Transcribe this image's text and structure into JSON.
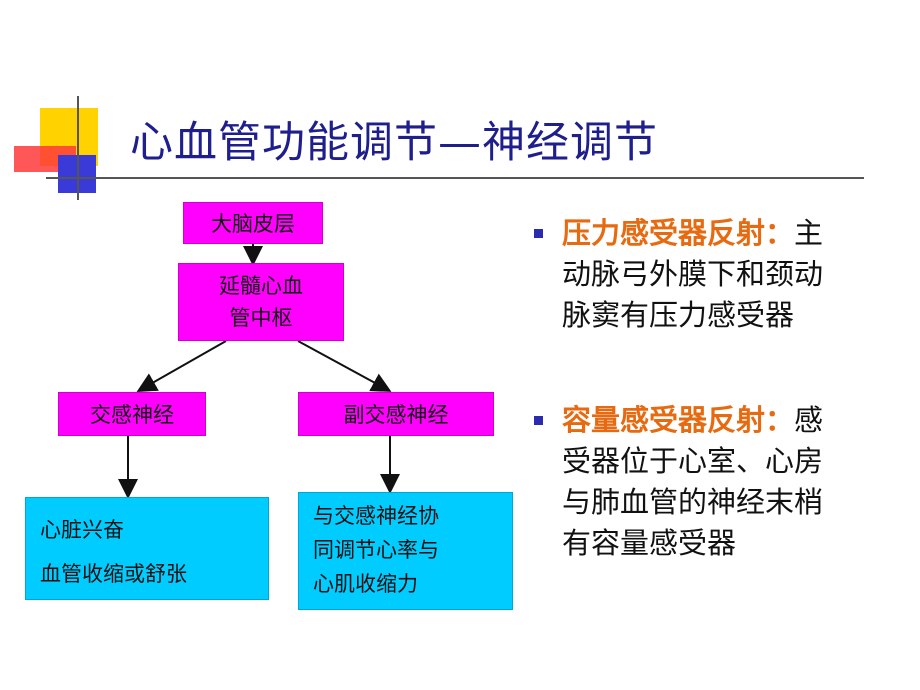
{
  "title": "心血管功能调节—神经调节",
  "flow": {
    "cortex": "大脑皮层",
    "medulla_line1": "延髓心血",
    "medulla_line2": "管中枢",
    "sympathetic": "交感神经",
    "parasympathetic": "副交感神经",
    "heart_line1": "心脏兴奋",
    "heart_line2": "血管收缩或舒张",
    "coord_line1": "与交感神经协",
    "coord_line2": "同调节心率与",
    "coord_line3": "心肌收缩力"
  },
  "bullets": [
    {
      "heading": "压力感受器反射：",
      "lines": [
        "主",
        "动脉弓外膜下和颈动",
        "脉窦有压力感受器"
      ]
    },
    {
      "heading": "容量感受器反射：",
      "lines": [
        "感",
        "受器位于心室、心房",
        "与肺血管的神经末梢",
        "有容量感受器"
      ]
    }
  ],
  "colors": {
    "title": "#1e1e8c",
    "pink_box": "#ff00ff",
    "cyan_box": "#00ccff",
    "heading_orange": "#e86a10",
    "bullet_blue": "#2b2bb0"
  }
}
